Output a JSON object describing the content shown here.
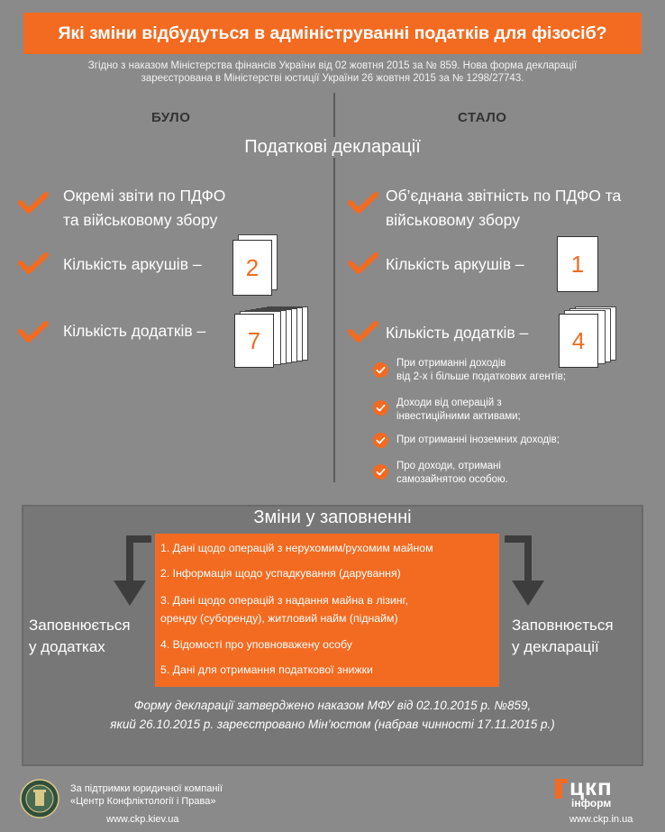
{
  "header": {
    "title": "Які зміни відбудуться в адмініструванні податків для фізосіб?",
    "subtitle_line1": "Згідно з наказом Міністерства фінансів України від 02 жовтня 2015 за № 859. Нова форма декларації",
    "subtitle_line2": "зареєстрована в Міністерстві юстиції України 26 жовтня 2015 за № 1298/27743."
  },
  "columns": {
    "before": "БУЛО",
    "after": "СТАЛО"
  },
  "section_title": "Податкові декларації",
  "before": {
    "item1_line1": "Окремі звіти по ПДФО",
    "item1_line2": "та військовому збору",
    "sheets_label": "Кількість аркушів –",
    "sheets_value": "2",
    "appendices_label": "Кількість додатків –",
    "appendices_value": "7"
  },
  "after": {
    "item1_line1": "Об’єднана звітність по ПДФО та",
    "item1_line2": "військовому збору",
    "sheets_label": "Кількість аркушів –",
    "sheets_value": "1",
    "appendices_label": "Кількість додатків –",
    "appendices_value": "4",
    "bullets": [
      {
        "line1": "При отриманні доходів",
        "line2": "від 2-х і більше податкових агентів;"
      },
      {
        "line1": "Доходи від операцій з",
        "line2": "інвестиційними активами;"
      },
      {
        "line1": "При отриманні іноземних доходів;",
        "line2": ""
      },
      {
        "line1": "Про доходи, отримані",
        "line2": "самозайнятою особою."
      }
    ]
  },
  "changes": {
    "title": "Зміни у заповненні",
    "items": [
      "1. Дані щодо операцій з нерухомим/рухомим майном",
      "2. Інформація щодо успадкування (дарування)",
      "3. Дані щодо операцій з надання майна в лізинг,",
      "оренду (суборенду), житловий найм (піднайм)",
      "4. Відомості про уповноважену особу",
      "5. Дані для отримання податкової знижки"
    ],
    "left_label_line1": "Заповнюється",
    "left_label_line2": "у додатках",
    "right_label_line1": "Заповнюється",
    "right_label_line2": "у декларації",
    "note_line1": "Форму декларації затверджено наказом МФУ від 02.10.2015 р. №859,",
    "note_line2": "який 26.10.2015 р. зареєстровано Мін’юстом (набрав чинності 17.11.2015 р.)"
  },
  "footer": {
    "support_line1": "За підтримки юридичної компанії",
    "support_line2": "«Центр Конфліктології і Права»",
    "support_url": "www.ckp.kiev.ua",
    "logo_main": "цкп",
    "logo_sub": "інформ",
    "logo_url": "www.ckp.in.ua"
  },
  "colors": {
    "accent": "#f26b21",
    "background": "#8a8a8a",
    "box": "#777777"
  }
}
